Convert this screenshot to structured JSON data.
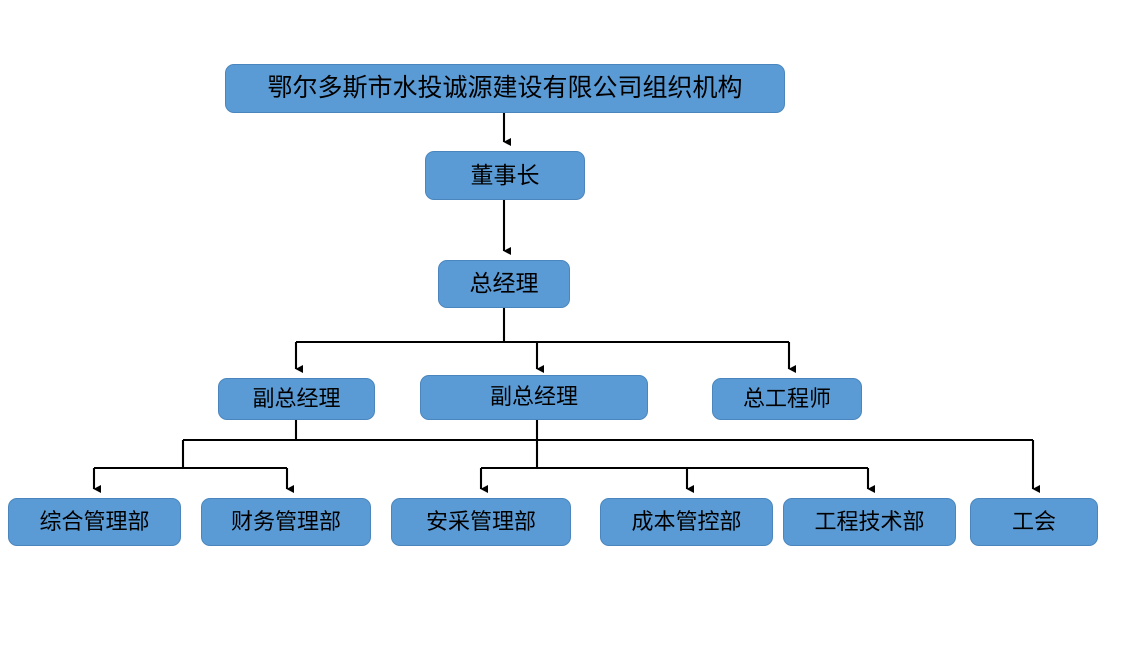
{
  "chart": {
    "type": "org-chart",
    "background_color": "#FFFFFF",
    "node_fill_color": "#5B9BD5",
    "node_border_color": "#4A86BD",
    "connector_color": "#000000",
    "text_color": "#000000"
  },
  "nodes": {
    "title": {
      "label": "鄂尔多斯市水投诚源建设有限公司组织机构"
    },
    "chairman": {
      "label": "董事长"
    },
    "general_manager": {
      "label": "总经理"
    },
    "level4": [
      {
        "label": "副总经理"
      },
      {
        "label": "副总经理"
      },
      {
        "label": "总工程师"
      }
    ],
    "departments": [
      {
        "label": "综合管理部"
      },
      {
        "label": "财务管理部"
      },
      {
        "label": "安采管理部"
      },
      {
        "label": "成本管控部"
      },
      {
        "label": "工程技术部"
      },
      {
        "label": "工会"
      }
    ]
  }
}
